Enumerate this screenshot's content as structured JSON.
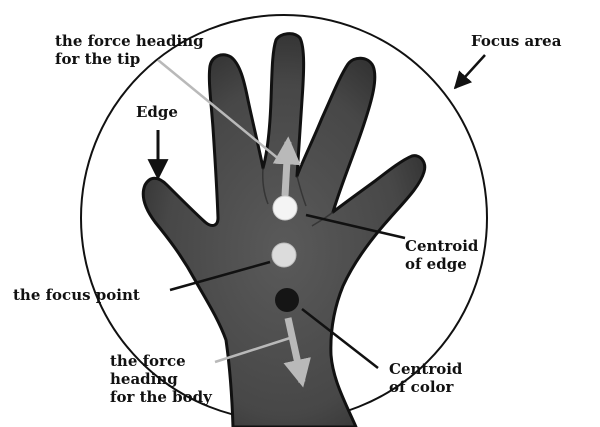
{
  "labels": {
    "force_tip": [
      "the force heading",
      "for the tip"
    ],
    "focus_area": "Focus area",
    "edge": "Edge",
    "centroid_edge": [
      "Centroid",
      "of edge"
    ],
    "focus_point": "the focus point",
    "force_body": [
      "the force",
      "heading",
      "for the body"
    ],
    "centroid_color": [
      "Centroid",
      "of color"
    ]
  },
  "colors": {
    "hand_fill": "#4a4a4a",
    "hand_outline": "#111111",
    "focus_circle": "#111111",
    "pointer_black": "#111111",
    "pointer_gray": "#b9b9b9",
    "edge_centroid_dot": "#f4f4f4",
    "focus_point_dot": "#dcdcdc",
    "color_centroid_dot": "#151515"
  }
}
